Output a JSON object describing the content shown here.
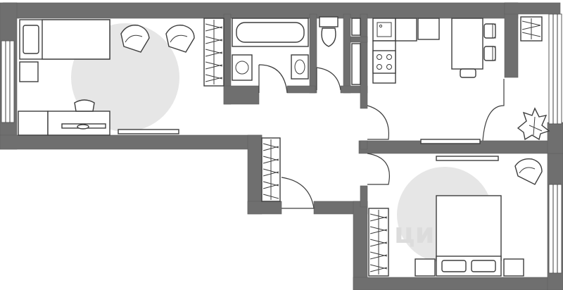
{
  "plan": {
    "watermark": "циан",
    "colors": {
      "wall": "#6f6f6f",
      "line": "#3d3d3d",
      "zone": "#e6e6e6",
      "background": "#ffffff"
    },
    "rooms": [
      "living-room",
      "bathroom",
      "toilet",
      "kitchen",
      "hallway",
      "corridor",
      "bedroom"
    ]
  }
}
